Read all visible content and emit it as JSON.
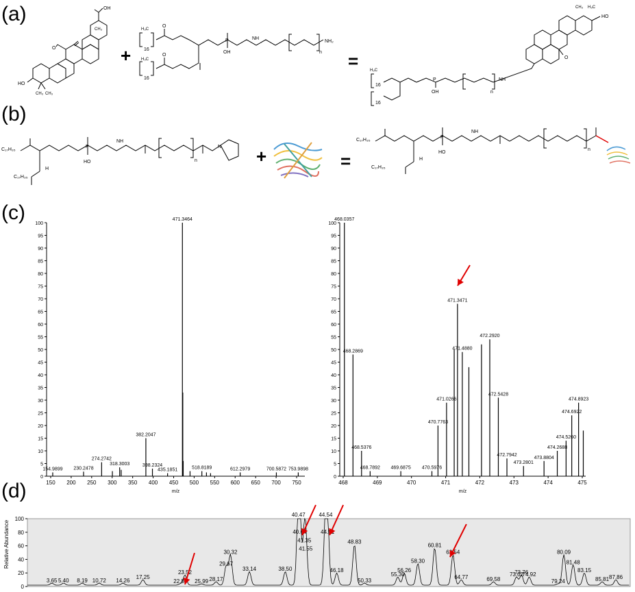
{
  "panels": {
    "a": "(a)",
    "b": "(b)",
    "c": "(c)",
    "d": "(d)"
  },
  "operators": {
    "plus": "+",
    "equals": "="
  },
  "chem_labels": {
    "oh": "OH",
    "ho": "HO",
    "o": "O",
    "p": "P",
    "nh": "NH",
    "h": "H",
    "n": "N",
    "nh2": "NH₂",
    "n_sub": "n",
    "sixteen": "16",
    "ch3": "CH₃",
    "h3c": "H₃C",
    "c17h35": "C₁₇H₃₅",
    "h3c_16": "H₃C"
  },
  "chart_data": [
    {
      "type": "bar",
      "title": "",
      "xlabel": "m/z",
      "ylabel": "",
      "xlim": [
        140,
        770
      ],
      "ylim": [
        0,
        100
      ],
      "xticks": [
        150,
        200,
        250,
        300,
        350,
        400,
        450,
        500,
        550,
        600,
        650,
        700,
        750
      ],
      "yticks": [
        0,
        5,
        10,
        15,
        20,
        25,
        30,
        35,
        40,
        45,
        50,
        55,
        60,
        65,
        70,
        75,
        80,
        85,
        90,
        95,
        100
      ],
      "peaks": [
        {
          "x": 154.9899,
          "y": 1.5,
          "label": "154.9899"
        },
        {
          "x": 230.2478,
          "y": 1.8,
          "label": "230.2478"
        },
        {
          "x": 274.2742,
          "y": 5.5,
          "label": "274.2742"
        },
        {
          "x": 300.5,
          "y": 2,
          "label": ""
        },
        {
          "x": 318.3003,
          "y": 3.5,
          "label": "318.3003"
        },
        {
          "x": 322.0,
          "y": 2.5,
          "label": ""
        },
        {
          "x": 382.2047,
          "y": 15,
          "label": "382.2047"
        },
        {
          "x": 398.2324,
          "y": 3,
          "label": "398.2324"
        },
        {
          "x": 435.1851,
          "y": 1.2,
          "label": "435.1851"
        },
        {
          "x": 471.3464,
          "y": 100,
          "label": "471.3464"
        },
        {
          "x": 472.3,
          "y": 33,
          "label": ""
        },
        {
          "x": 473.3,
          "y": 6,
          "label": ""
        },
        {
          "x": 490.0,
          "y": 2,
          "label": ""
        },
        {
          "x": 518.8189,
          "y": 2,
          "label": "518.8189"
        },
        {
          "x": 530.0,
          "y": 1.5,
          "label": ""
        },
        {
          "x": 540.0,
          "y": 1.2,
          "label": ""
        },
        {
          "x": 612.2979,
          "y": 1.5,
          "label": "612.2979"
        },
        {
          "x": 700.5872,
          "y": 1.5,
          "label": "700.5872"
        },
        {
          "x": 753.9898,
          "y": 1.5,
          "label": "753.9898"
        }
      ]
    },
    {
      "type": "bar",
      "title": "",
      "xlabel": "m/z",
      "ylabel": "",
      "xlim": [
        467.9,
        475.1
      ],
      "ylim": [
        0,
        100
      ],
      "xticks": [
        468,
        469,
        470,
        471,
        472,
        473,
        474,
        475
      ],
      "yticks": [
        0,
        5,
        10,
        15,
        20,
        25,
        30,
        35,
        40,
        45,
        50,
        55,
        60,
        65,
        70,
        75,
        80,
        85,
        90,
        95,
        100
      ],
      "peaks": [
        {
          "x": 468.0357,
          "y": 100,
          "label": "468.0357"
        },
        {
          "x": 468.2869,
          "y": 48,
          "label": "468.2869"
        },
        {
          "x": 468.5376,
          "y": 10,
          "label": "468.5376"
        },
        {
          "x": 468.7892,
          "y": 2,
          "label": "468.7892"
        },
        {
          "x": 469.6875,
          "y": 2,
          "label": "469.6875"
        },
        {
          "x": 470.5976,
          "y": 2,
          "label": "470.5976"
        },
        {
          "x": 470.7763,
          "y": 20,
          "label": "470.7763"
        },
        {
          "x": 471.0266,
          "y": 29,
          "label": "471.0266"
        },
        {
          "x": 471.25,
          "y": 50,
          "label": ""
        },
        {
          "x": 471.3471,
          "y": 68,
          "label": "471.3471"
        },
        {
          "x": 471.488,
          "y": 49,
          "label": "471.4880"
        },
        {
          "x": 471.68,
          "y": 43,
          "label": ""
        },
        {
          "x": 472.05,
          "y": 52,
          "label": ""
        },
        {
          "x": 472.292,
          "y": 54,
          "label": "472.2920"
        },
        {
          "x": 472.5428,
          "y": 31,
          "label": "472.5428"
        },
        {
          "x": 472.7942,
          "y": 7,
          "label": "472.7942"
        },
        {
          "x": 473.2801,
          "y": 4,
          "label": "473.2801"
        },
        {
          "x": 473.8804,
          "y": 6,
          "label": "473.8804"
        },
        {
          "x": 474.2688,
          "y": 10,
          "label": "474.2688"
        },
        {
          "x": 474.526,
          "y": 14,
          "label": "474.5260"
        },
        {
          "x": 474.6922,
          "y": 24,
          "label": "474.6922"
        },
        {
          "x": 474.8923,
          "y": 29,
          "label": "474.8923"
        },
        {
          "x": 475.03,
          "y": 18,
          "label": ""
        }
      ]
    },
    {
      "type": "line",
      "title": "",
      "xlabel": "",
      "ylabel": "Relative Abundance",
      "xlim": [
        0,
        90
      ],
      "ylim": [
        0,
        100
      ],
      "yticks": [
        0,
        20,
        40,
        60,
        80,
        100
      ],
      "peak_labels": [
        {
          "x": 3.65,
          "y": 3,
          "label": "3.65"
        },
        {
          "x": 5.4,
          "y": 3,
          "label": "5.40"
        },
        {
          "x": 8.19,
          "y": 3,
          "label": "8.19"
        },
        {
          "x": 10.72,
          "y": 3,
          "label": "10.72"
        },
        {
          "x": 14.26,
          "y": 3,
          "label": "14.26"
        },
        {
          "x": 17.25,
          "y": 8,
          "label": "17.25"
        },
        {
          "x": 22.84,
          "y": 2,
          "label": "22.84"
        },
        {
          "x": 23.52,
          "y": 15,
          "label": "23.52"
        },
        {
          "x": 25.99,
          "y": 2,
          "label": "25.99"
        },
        {
          "x": 28.17,
          "y": 5,
          "label": "28.17"
        },
        {
          "x": 29.67,
          "y": 28,
          "label": "29.67"
        },
        {
          "x": 30.32,
          "y": 45,
          "label": "30.32"
        },
        {
          "x": 33.14,
          "y": 20,
          "label": "33.14"
        },
        {
          "x": 38.5,
          "y": 20,
          "label": "38.50"
        },
        {
          "x": 40.47,
          "y": 100,
          "label": "40.47"
        },
        {
          "x": 40.64,
          "y": 75,
          "label": "40.64"
        },
        {
          "x": 41.35,
          "y": 62,
          "label": "41.35"
        },
        {
          "x": 41.55,
          "y": 50,
          "label": "41.55"
        },
        {
          "x": 44.54,
          "y": 100,
          "label": "44.54"
        },
        {
          "x": 44.81,
          "y": 75,
          "label": "44.81"
        },
        {
          "x": 46.18,
          "y": 18,
          "label": "46.18"
        },
        {
          "x": 48.83,
          "y": 60,
          "label": "48.83"
        },
        {
          "x": 50.33,
          "y": 3,
          "label": "50.33"
        },
        {
          "x": 55.3,
          "y": 12,
          "label": "55.30"
        },
        {
          "x": 56.26,
          "y": 18,
          "label": "56.26"
        },
        {
          "x": 58.3,
          "y": 32,
          "label": "58.30"
        },
        {
          "x": 60.81,
          "y": 55,
          "label": "60.81"
        },
        {
          "x": 63.54,
          "y": 45,
          "label": "63.54"
        },
        {
          "x": 64.77,
          "y": 8,
          "label": "64.77"
        },
        {
          "x": 69.58,
          "y": 5,
          "label": "69.58"
        },
        {
          "x": 73.02,
          "y": 12,
          "label": "73.02"
        },
        {
          "x": 73.76,
          "y": 15,
          "label": "73.76"
        },
        {
          "x": 74.92,
          "y": 12,
          "label": "74.92"
        },
        {
          "x": 79.24,
          "y": 2,
          "label": "79.24"
        },
        {
          "x": 80.09,
          "y": 45,
          "label": "80.09"
        },
        {
          "x": 81.48,
          "y": 30,
          "label": "81.48"
        },
        {
          "x": 83.15,
          "y": 18,
          "label": "83.15"
        },
        {
          "x": 85.81,
          "y": 5,
          "label": "85.81"
        },
        {
          "x": 87.86,
          "y": 8,
          "label": "87.86"
        }
      ]
    }
  ]
}
